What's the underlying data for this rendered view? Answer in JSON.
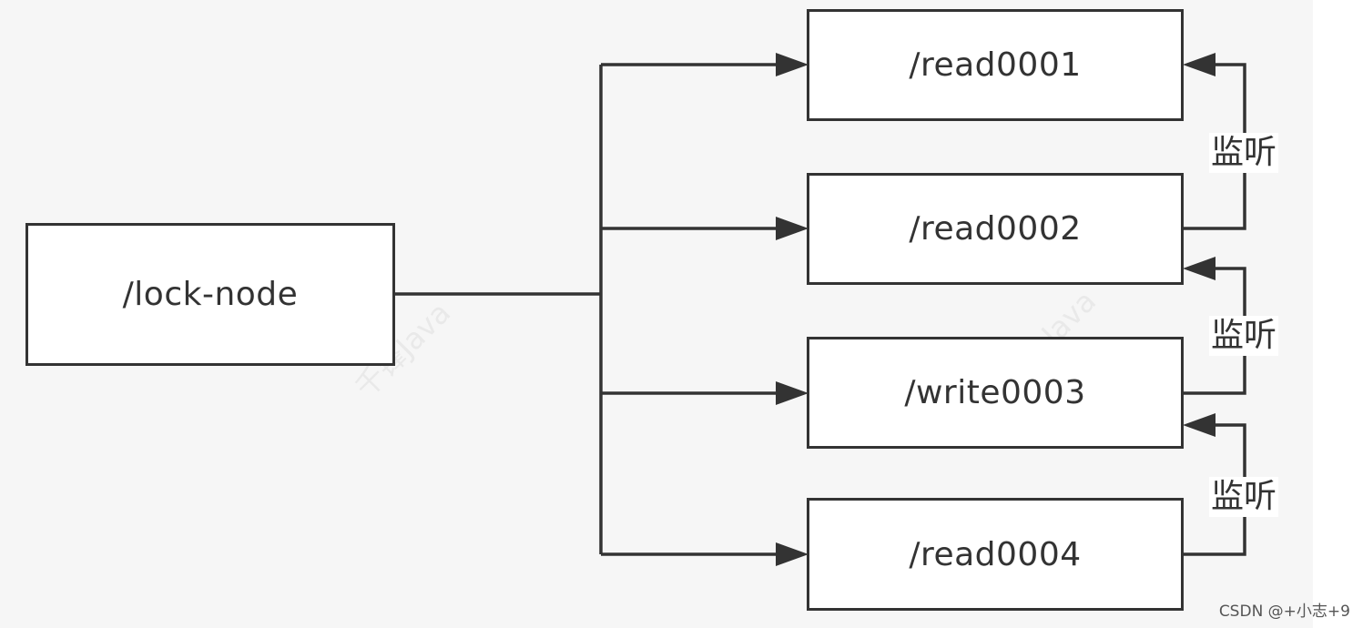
{
  "diagram": {
    "root_node": "/lock-node",
    "children": [
      {
        "label": "/read0001"
      },
      {
        "label": "/read0002"
      },
      {
        "label": "/write0003"
      },
      {
        "label": "/read0004"
      }
    ],
    "listen_labels": [
      "监听",
      "监听",
      "监听"
    ]
  },
  "watermarks": [
    "千锋Java",
    "Java"
  ],
  "footer": {
    "credit": "CSDN @+小志+9"
  },
  "colors": {
    "line": "#333333",
    "background": "#f6f6f6",
    "box_fill": "#ffffff"
  }
}
